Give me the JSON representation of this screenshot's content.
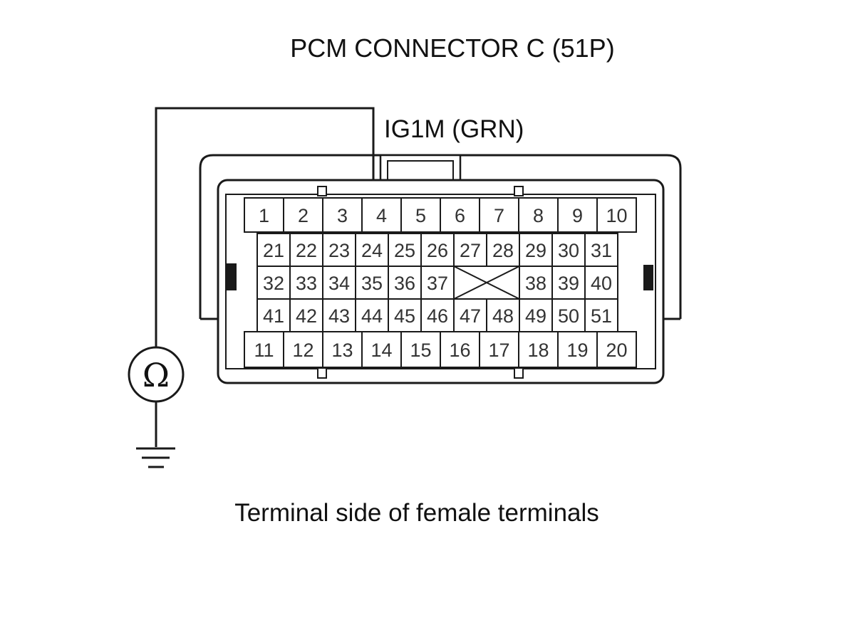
{
  "title": "PCM CONNECTOR C (51P)",
  "wire_label": "IG1M (GRN)",
  "caption": "Terminal side of female terminals",
  "meter_symbol": "Ω",
  "probe_terminal": "4",
  "colors": {
    "line": "#1a1a1a",
    "pin_text": "#333333",
    "background": "#ffffff"
  },
  "icons": {
    "meter": "ohmmeter-icon",
    "ground": "ground-icon"
  },
  "connector": {
    "row_top": [
      "1",
      "2",
      "3",
      "4",
      "5",
      "6",
      "7",
      "8",
      "9",
      "10"
    ],
    "row_2": [
      "21",
      "22",
      "23",
      "24",
      "25",
      "26",
      "27",
      "28",
      "29",
      "30",
      "31"
    ],
    "row_3_left": [
      "32",
      "33",
      "34",
      "35",
      "36",
      "37"
    ],
    "row_3_right": [
      "38",
      "39",
      "40"
    ],
    "row_4": [
      "41",
      "42",
      "43",
      "44",
      "45",
      "46",
      "47",
      "48",
      "49",
      "50",
      "51"
    ],
    "row_bottom": [
      "11",
      "12",
      "13",
      "14",
      "15",
      "16",
      "17",
      "18",
      "19",
      "20"
    ]
  }
}
